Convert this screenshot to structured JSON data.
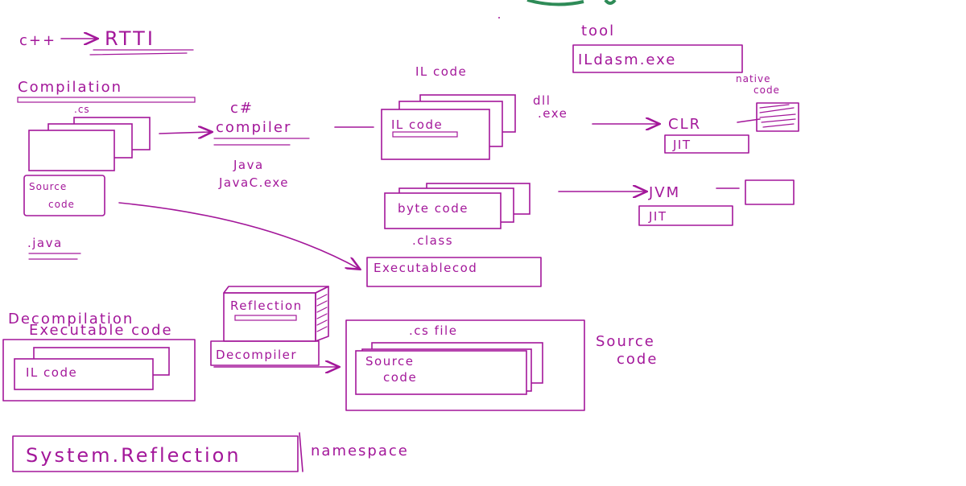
{
  "colors": {
    "ink": "#a3179a",
    "background": "#ffffff",
    "accent_top": "#2e8b57"
  },
  "labels": {
    "cpp": "c++",
    "rtti": "RTTI",
    "compilation": "Compilation",
    "cs_ext": ".cs",
    "source_code": [
      "Source",
      "code"
    ],
    "java_ext": ".java",
    "cs_compiler": [
      "c#",
      "compiler"
    ],
    "java": "Java",
    "javac": "JavaC.exe",
    "il_code_title": "IL code",
    "il_code_box": "IL code",
    "dll_exe": [
      "dll",
      ".exe"
    ],
    "byte_code": "byte code",
    "class_ext": ".class",
    "executable_code": "Executablecod",
    "tool": "tool",
    "ildasm": "ILdasm.exe",
    "native_code": [
      "native",
      "code"
    ],
    "clr": "CLR",
    "jit_clr": "JIT",
    "jvm": "JVM",
    "jit_jvm": "JIT",
    "decompilation": "Decompilation",
    "executable_code_title": "Executable code",
    "il_code_bottom": "IL code",
    "reflection": "Reflection",
    "decompiler": "Decompiler",
    "cs_file": ".cs file",
    "source_code_inner": [
      "Source",
      "code"
    ],
    "source_code_right": [
      "Source",
      "code"
    ],
    "system_reflection": "System.Reflection",
    "namespace": "namespace"
  }
}
